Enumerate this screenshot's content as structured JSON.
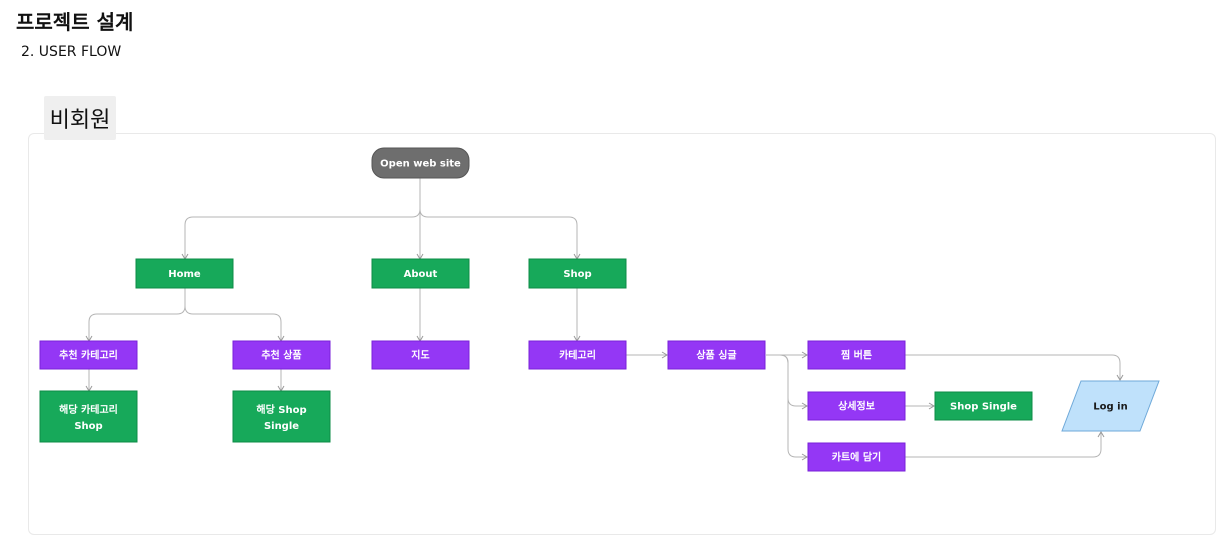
{
  "header": {
    "title": "프로젝트 설계",
    "subtitle": "2. USER FLOW"
  },
  "section": {
    "label": "비회원"
  },
  "colors": {
    "start": "#6e6e6e",
    "page": "#17a95a",
    "feature": "#9437f5",
    "login": "#bfe1fb",
    "connector": "#b5b5b5"
  },
  "flow": {
    "start": "Open web site",
    "home": "Home",
    "about": "About",
    "shop": "Shop",
    "recommend_category": "추천 카테고리",
    "recommend_product": "추천 상품",
    "map": "지도",
    "category": "카테고리",
    "product_single": "상품 싱글",
    "category_shop": [
      "해당 카테고리",
      "Shop"
    ],
    "product_shop_single": [
      "해당 Shop",
      "Single"
    ],
    "wishlist_button": "찜 버튼",
    "detail_info": "상세정보",
    "shop_single": "Shop Single",
    "add_to_cart": "카트에 담기",
    "login": "Log in"
  }
}
